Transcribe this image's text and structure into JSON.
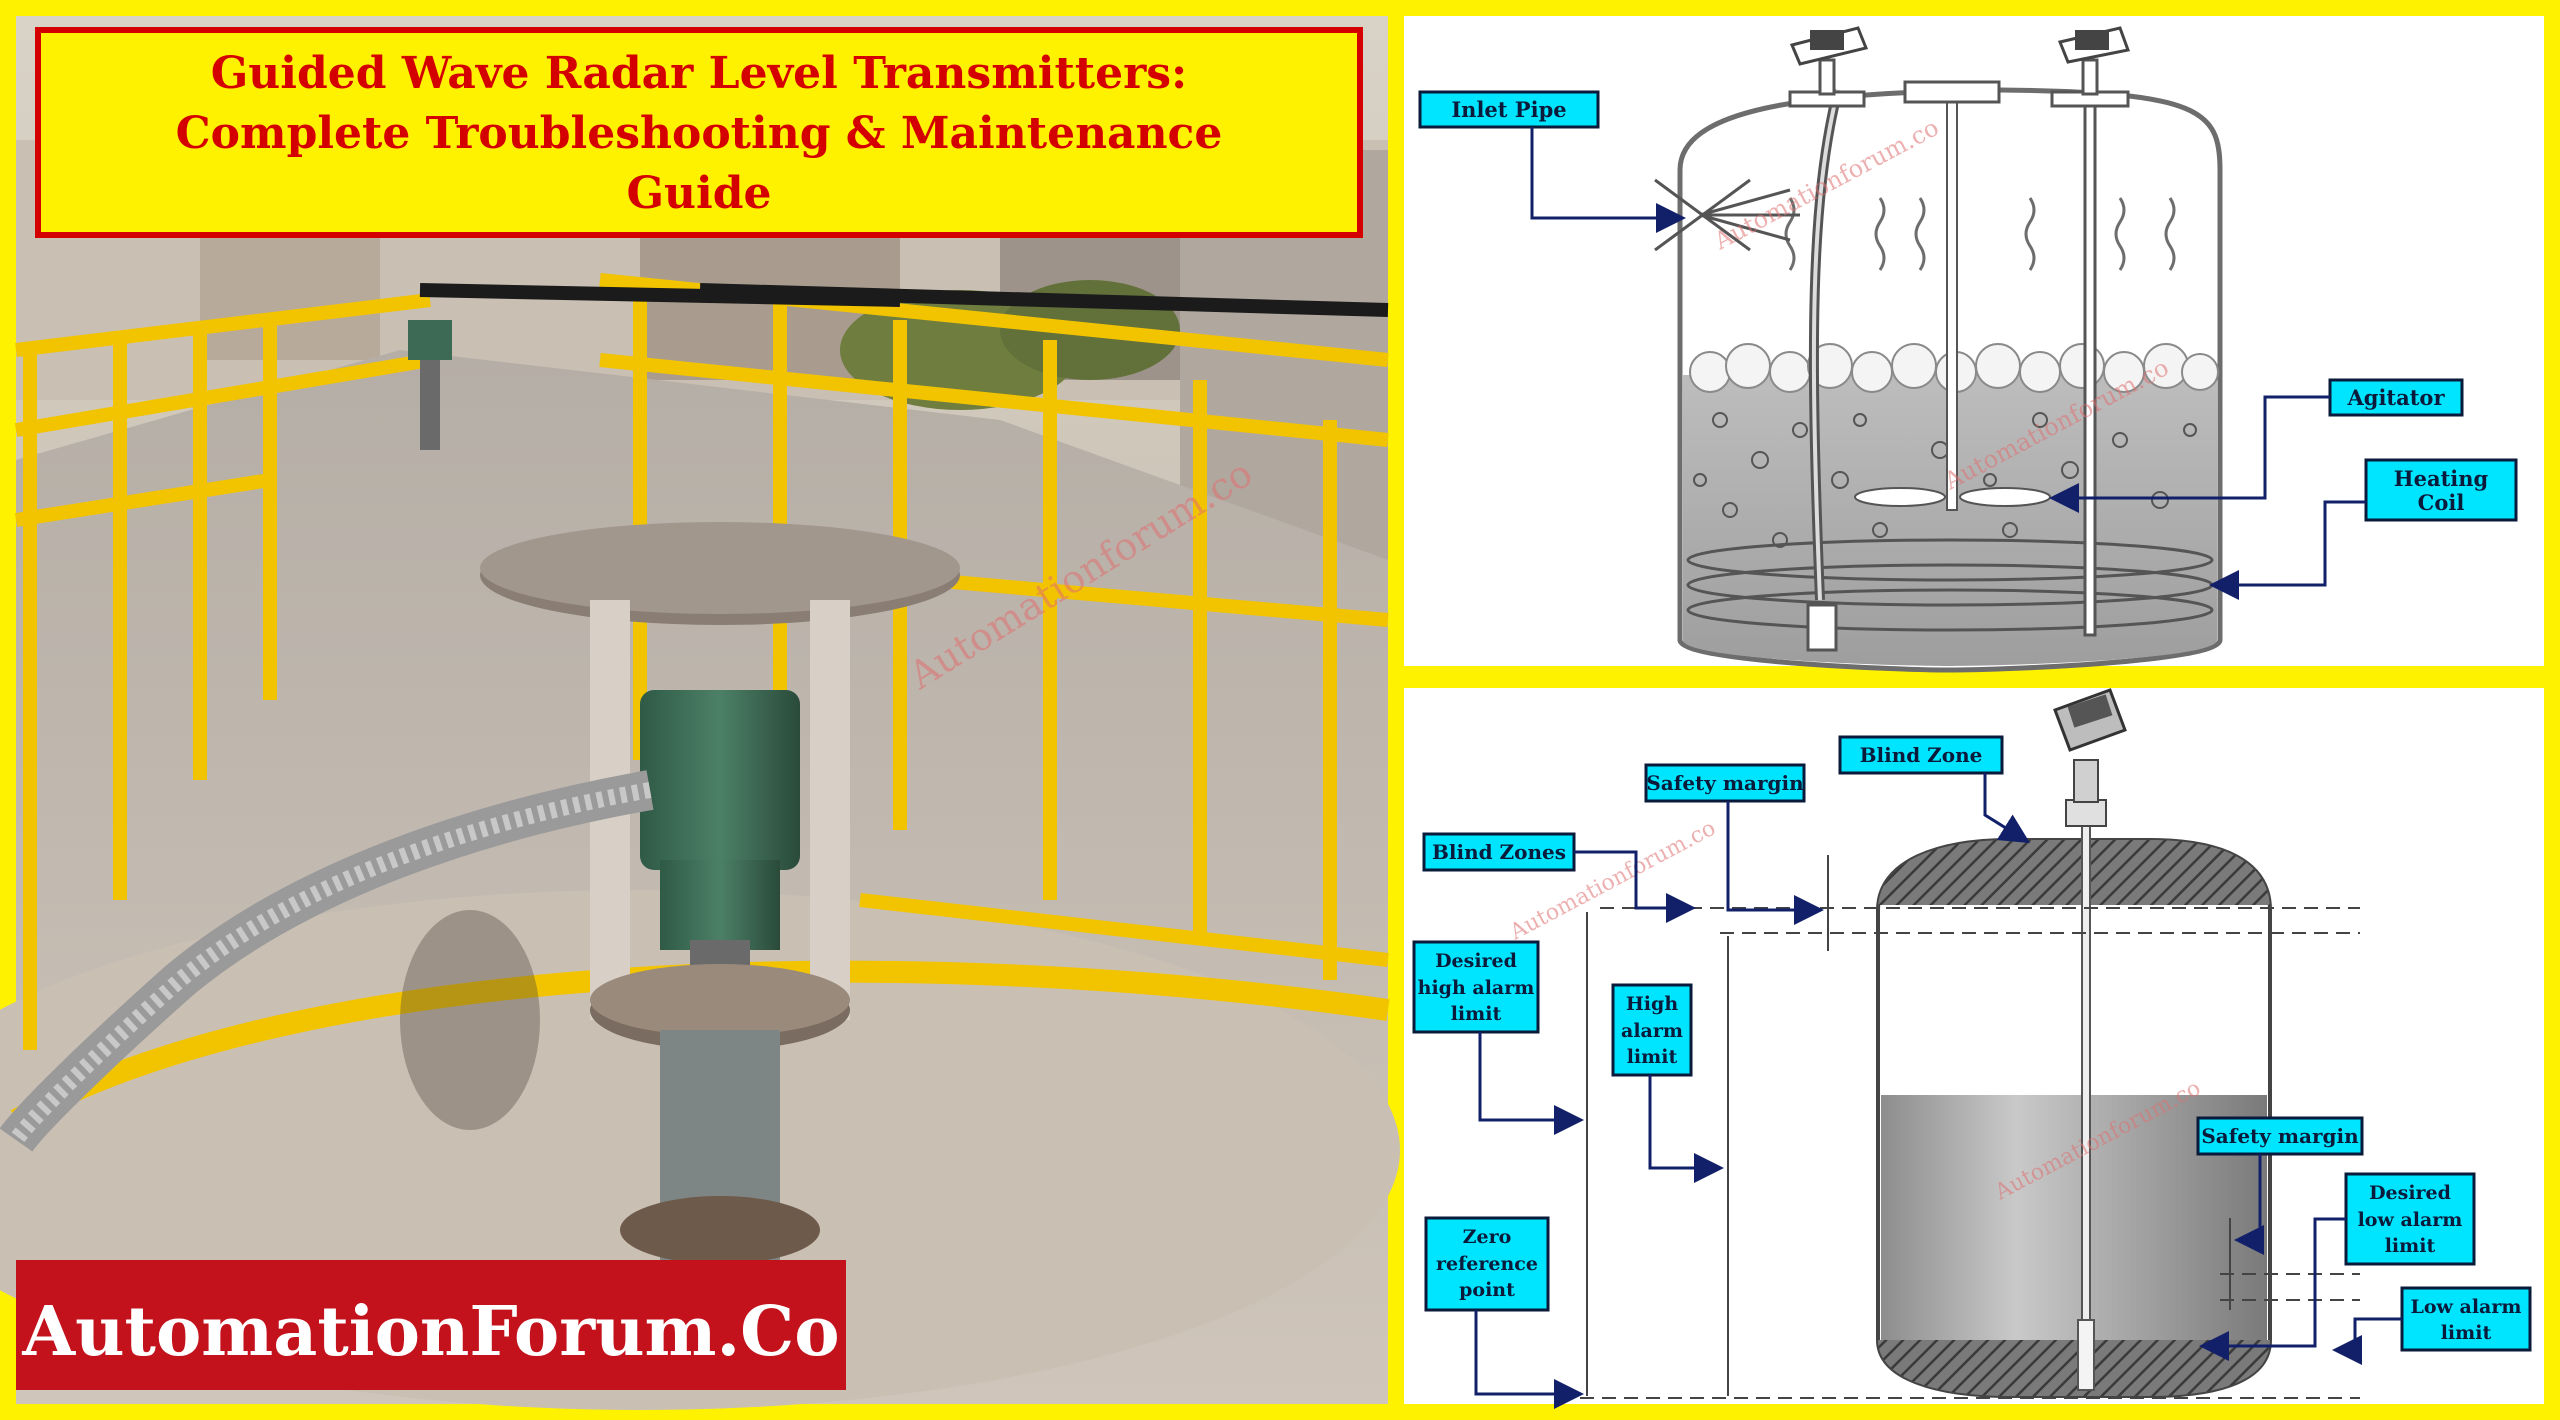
{
  "title": {
    "line1": "Guided Wave Radar Level Transmitters:",
    "line2": "Complete Troubleshooting & Maintenance",
    "line3": "Guide"
  },
  "brand": "AutomationForum.Co",
  "watermark": "Automationforum.co",
  "top_diagram": {
    "inlet_pipe": "Inlet Pipe",
    "agitator": "Agitator",
    "heating_coil_1": "Heating",
    "heating_coil_2": "Coil"
  },
  "bottom_diagram": {
    "blind_zone": "Blind Zone",
    "safety_margin_top": "Safety margin",
    "blind_zones": "Blind Zones",
    "desired_high_1": "Desired",
    "desired_high_2": "high alarm",
    "desired_high_3": "limit",
    "high_alarm_1": "High",
    "high_alarm_2": "alarm",
    "high_alarm_3": "limit",
    "safety_margin_bottom": "Safety margin",
    "desired_low_1": "Desired",
    "desired_low_2": "low alarm",
    "desired_low_3": "limit",
    "zero_ref_1": "Zero",
    "zero_ref_2": "reference",
    "zero_ref_3": "point",
    "low_alarm_1": "Low alarm",
    "low_alarm_2": "limit"
  },
  "colors": {
    "frame_yellow": "#fff200",
    "title_red": "#d40000",
    "label_cyan": "#00e5ff",
    "brand_bg": "#c3121c"
  }
}
